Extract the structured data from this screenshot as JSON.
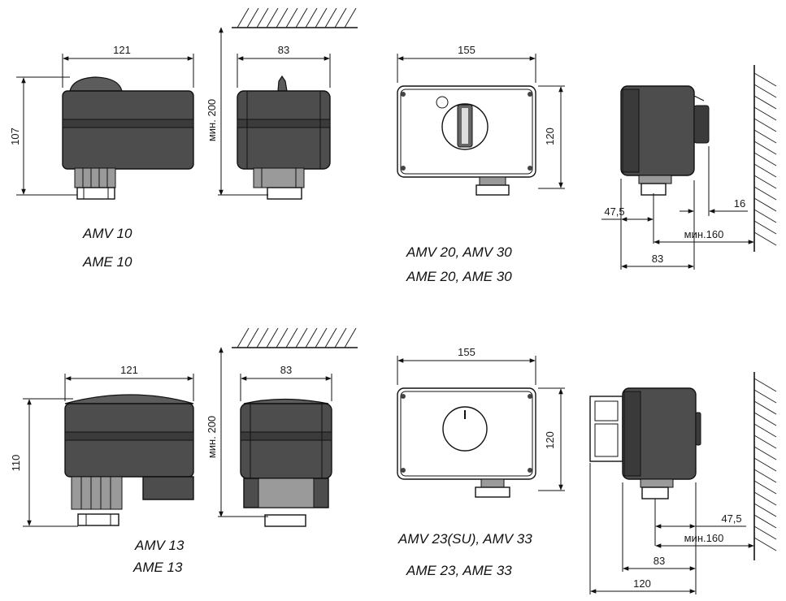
{
  "diagram": {
    "dims": {
      "amv10_width": "121",
      "amv10_height": "107",
      "amv10_side_width": "83",
      "amv10_min_clearance": "мин. 200",
      "amv20_width": "155",
      "amv20_height": "120",
      "amv20_side_47": "47,5",
      "amv20_side_16": "16",
      "amv20_side_min160": "мин.160",
      "amv20_side_83": "83",
      "amv13_width": "121",
      "amv13_height": "110",
      "amv13_side_width": "83",
      "amv13_min_clearance": "мин. 200",
      "amv23_width": "155",
      "amv23_height": "120",
      "amv23_side_47": "47,5",
      "amv23_side_min160": "мин.160",
      "amv23_side_83": "83",
      "amv23_side_120": "120"
    },
    "captions": {
      "amv10_line1": "AMV 10",
      "amv10_line2": "AME 10",
      "amv20_line1": "AMV 20, AMV 30",
      "amv20_line2": "AME 20, AME 30",
      "amv13_line1": "AMV 13",
      "amv13_line2": "AME 13",
      "amv23_line1": "AMV 23(SU), AMV 33",
      "amv23_line2": "AME 23,  AME 33"
    }
  }
}
